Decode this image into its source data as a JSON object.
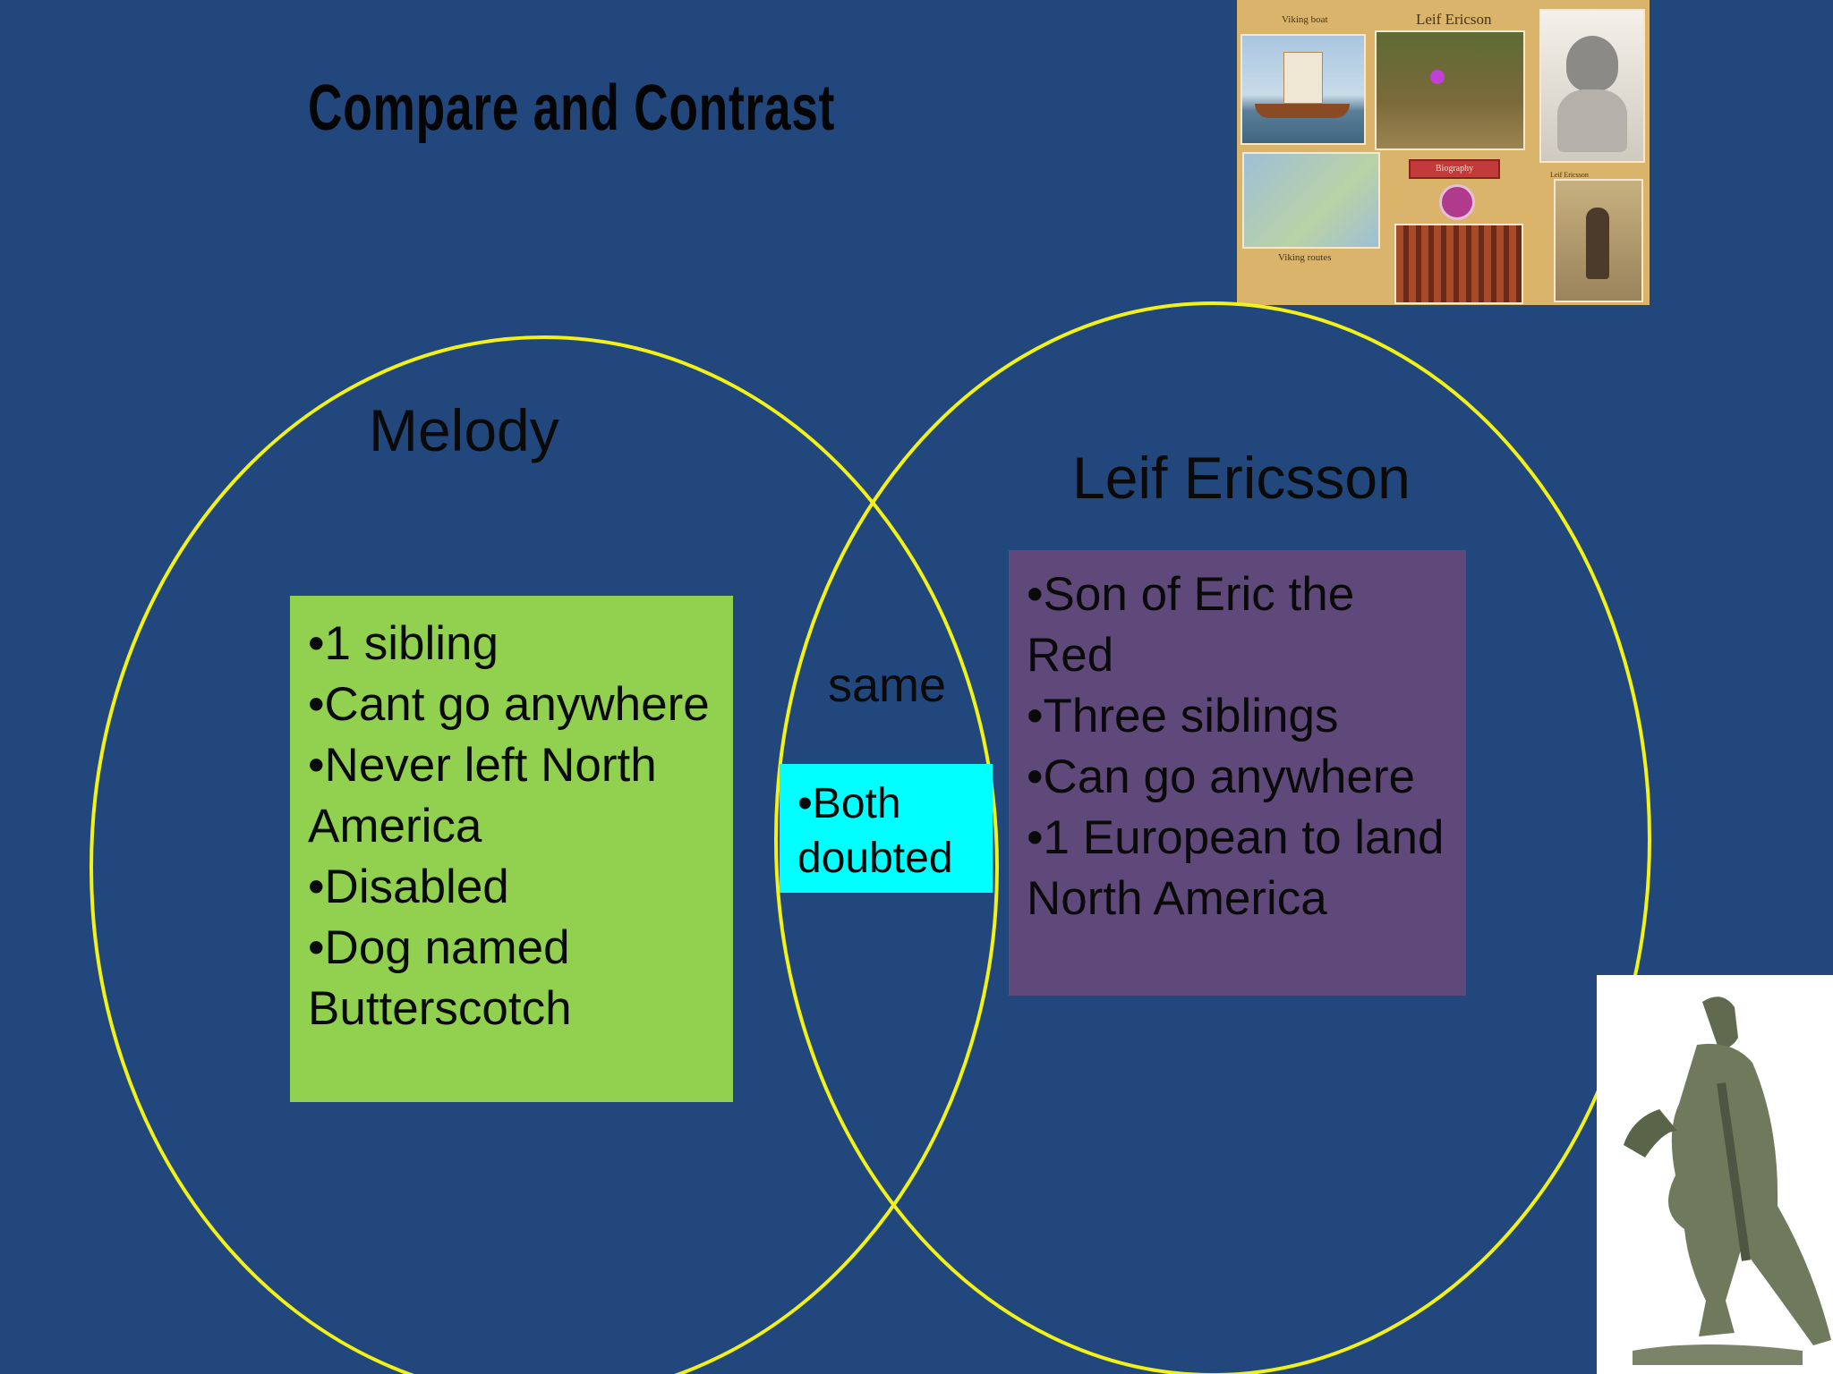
{
  "slide": {
    "title": "Compare and Contrast",
    "colors": {
      "background": "#21477c",
      "circle_stroke": "#f2f218",
      "left_box": "#92d050",
      "right_box": "#5f497a",
      "middle_box": "#00ffff"
    }
  },
  "venn": {
    "left": {
      "label": "Melody",
      "items": [
        "•1 sibling",
        "•Cant go anywhere",
        "•Never left North America",
        "•Disabled",
        "•Dog named Butterscotch"
      ]
    },
    "middle": {
      "label": "same",
      "items": [
        "•Both doubted"
      ]
    },
    "right": {
      "label": "Leif Ericsson",
      "items": [
        "•Son of Eric the Red",
        "•Three siblings",
        "•Can go anywhere",
        "•1 European to land North America"
      ]
    }
  },
  "collage": {
    "title": "Leif Ericson",
    "captions": {
      "viking_boat": "Viking boat",
      "viking_routes": "Viking routes",
      "biography": "Biography",
      "leif_ericsson": "Leif Ericsson"
    }
  },
  "images": {
    "collage": "viking-collage-image",
    "statue": "leif-ericsson-statue-image"
  }
}
